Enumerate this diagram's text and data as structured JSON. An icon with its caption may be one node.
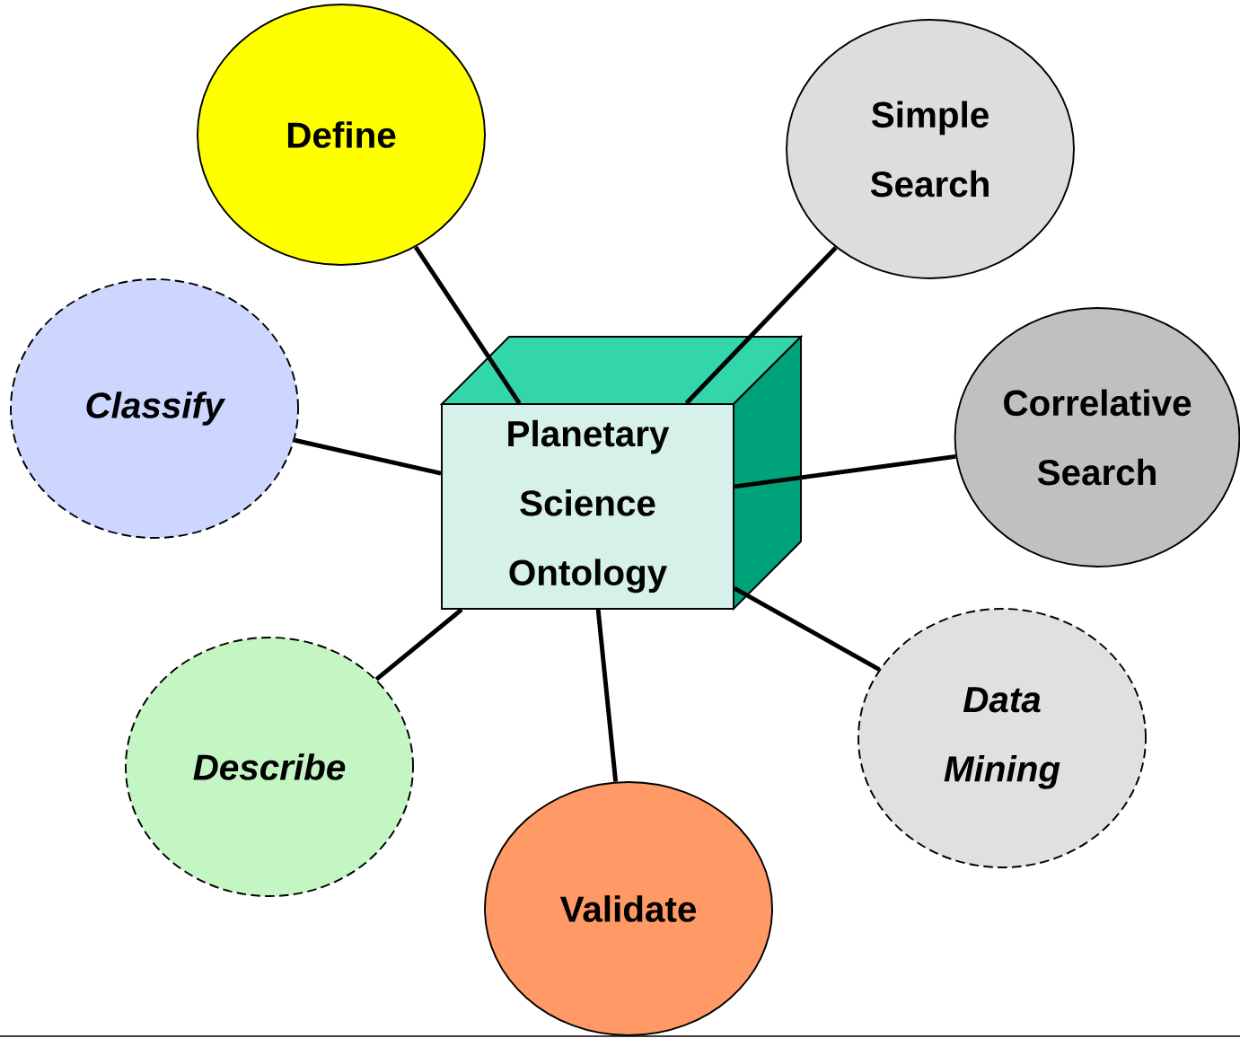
{
  "diagram": {
    "nodes": [
      {
        "text": [
          "Define"
        ]
      },
      {
        "text": [
          "Simple Search"
        ]
      },
      {
        "text": [
          "Classify"
        ]
      },
      {
        "text": [
          "Planetary Science Ontology"
        ]
      },
      {
        "text": [
          "Correlative Search"
        ]
      },
      {
        "text": [
          "Data Mining"
        ]
      },
      {
        "text": [
          "Describe"
        ]
      },
      {
        "text": [
          "Validate"
        ]
      }
    ],
    "edges": [
      {
        "from": 3,
        "to": 0,
        "arrow": "none"
      },
      {
        "from": 3,
        "to": 1,
        "arrow": "none"
      },
      {
        "from": 3,
        "to": 2,
        "arrow": "none"
      },
      {
        "from": 3,
        "to": 4,
        "arrow": "none"
      },
      {
        "from": 3,
        "to": 5,
        "arrow": "none"
      },
      {
        "from": 3,
        "to": 6,
        "arrow": "none"
      },
      {
        "from": 3,
        "to": 7,
        "arrow": "none"
      }
    ]
  }
}
